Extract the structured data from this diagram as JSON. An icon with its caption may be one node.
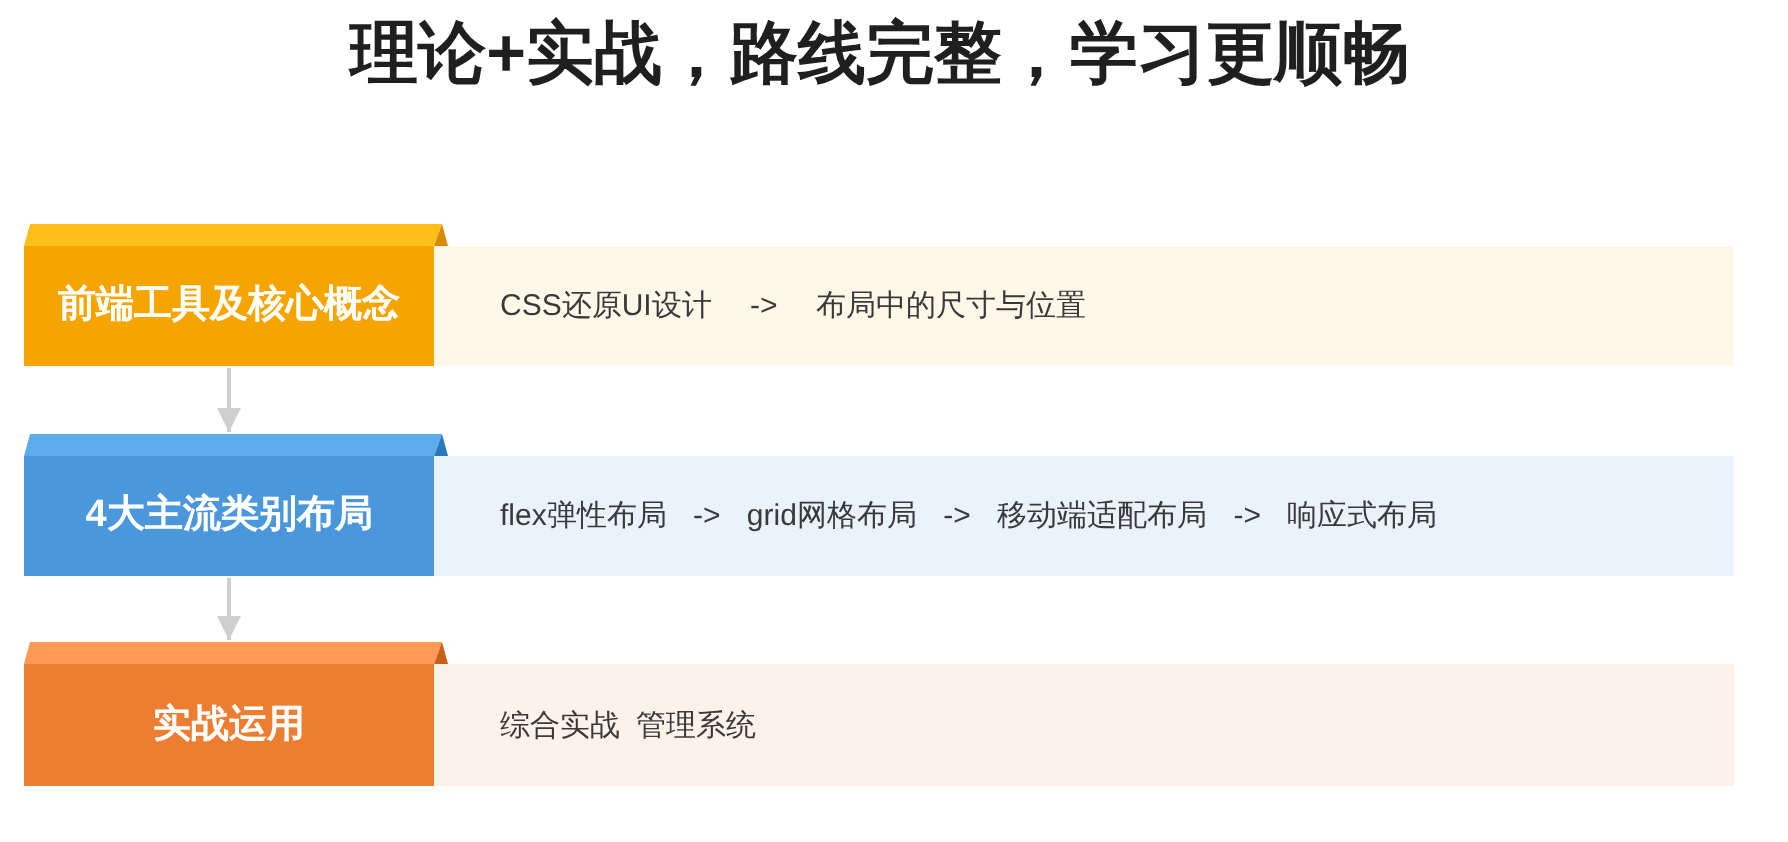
{
  "diagram": {
    "title": "理论+实战，路线完整，学习更顺畅",
    "nodes": [
      {
        "text": [
          "前端工具及核心概念"
        ]
      },
      {
        "text": [
          "CSS还原UI设计 -> 布局中的尺寸与位置"
        ]
      },
      {
        "text": [
          "4大主流类别布局"
        ]
      },
      {
        "text": [
          "flex弹性布局 -> grid网格布局 -> 移动端适配布局 -> 响应式布局"
        ]
      },
      {
        "text": [
          "实战运用"
        ]
      },
      {
        "text": [
          "综合实战 管理系统"
        ]
      }
    ],
    "edges": [
      {
        "from": 0,
        "to": 2,
        "arrow": "to"
      },
      {
        "from": 2,
        "to": 4,
        "arrow": "to"
      }
    ]
  }
}
